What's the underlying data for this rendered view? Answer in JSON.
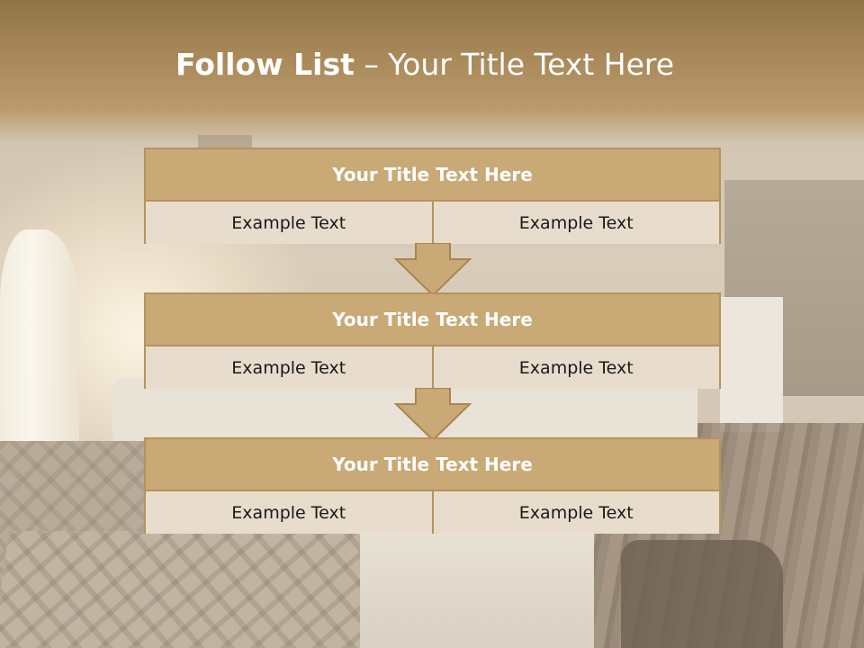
{
  "slide": {
    "title_strong": "Follow List",
    "title_rest": " – Your Title Text Here"
  },
  "steps": [
    {
      "title": "Your Title Text Here",
      "left": "Example Text",
      "right": "Example Text"
    },
    {
      "title": "Your Title Text Here",
      "left": "Example Text",
      "right": "Example Text"
    },
    {
      "title": "Your Title Text Here",
      "left": "Example Text",
      "right": "Example Text"
    }
  ],
  "colors": {
    "header": "#a9895a",
    "box_title_bg": "#c9a976",
    "box_border": "#b6925f",
    "cell_bg": "#e8dccd"
  },
  "icons": [
    "down-arrow-icon"
  ]
}
